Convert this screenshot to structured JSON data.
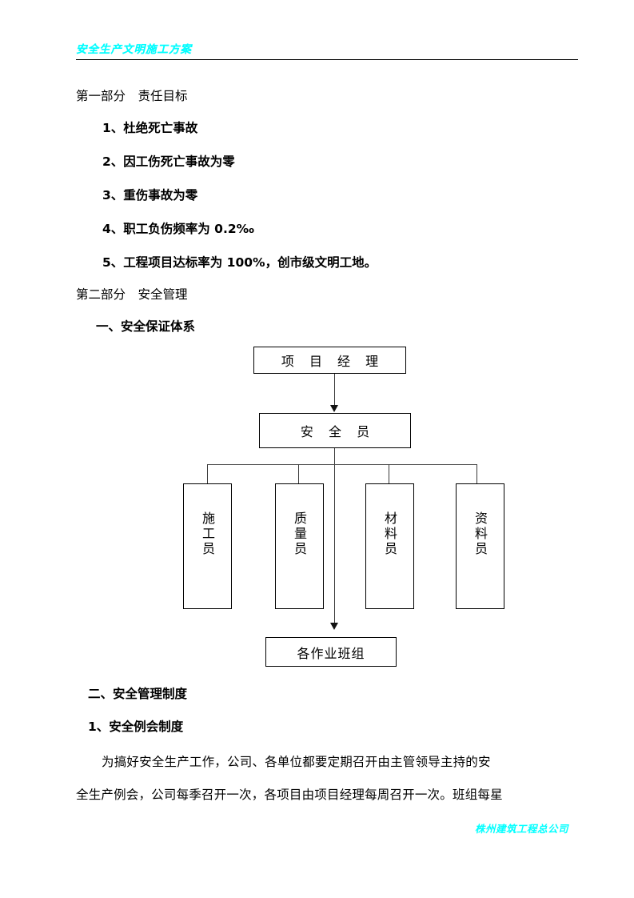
{
  "header": {
    "title": "安全生产文明施工方案"
  },
  "sections": [
    {
      "heading": "第一部分　责任目标",
      "items": [
        "1、杜绝死亡事故",
        "2、因工伤死亡事故为零",
        "3、重伤事故为零",
        "4、职工负伤频率为 0.2‰",
        "5、工程项目达标率为 100%，创市级文明工地。"
      ]
    },
    {
      "heading": "第二部分　安全管理",
      "subheading": "一、安全保证体系"
    }
  ],
  "org_chart": {
    "manager": "项 目 经 理",
    "safety_officer": "安 全 员",
    "roles": [
      "施工员",
      "质量员",
      "材料员",
      "资料员"
    ],
    "teams": "各作业班组"
  },
  "after_chart": {
    "subheading2": "二、安全管理制度",
    "item1": "1、安全例会制度",
    "paragraph_line1": "为搞好安全生产工作，公司、各单位都要定期召开由主管领导主持的安",
    "paragraph_line2": "全生产例会，公司每季召开一次，各项目由项目经理每周召开一次。班组每星"
  },
  "footer": {
    "watermark": "株州建筑工程总公司"
  },
  "colors": {
    "accent": "#00FFFF",
    "text": "#000000",
    "rule": "#000000"
  }
}
